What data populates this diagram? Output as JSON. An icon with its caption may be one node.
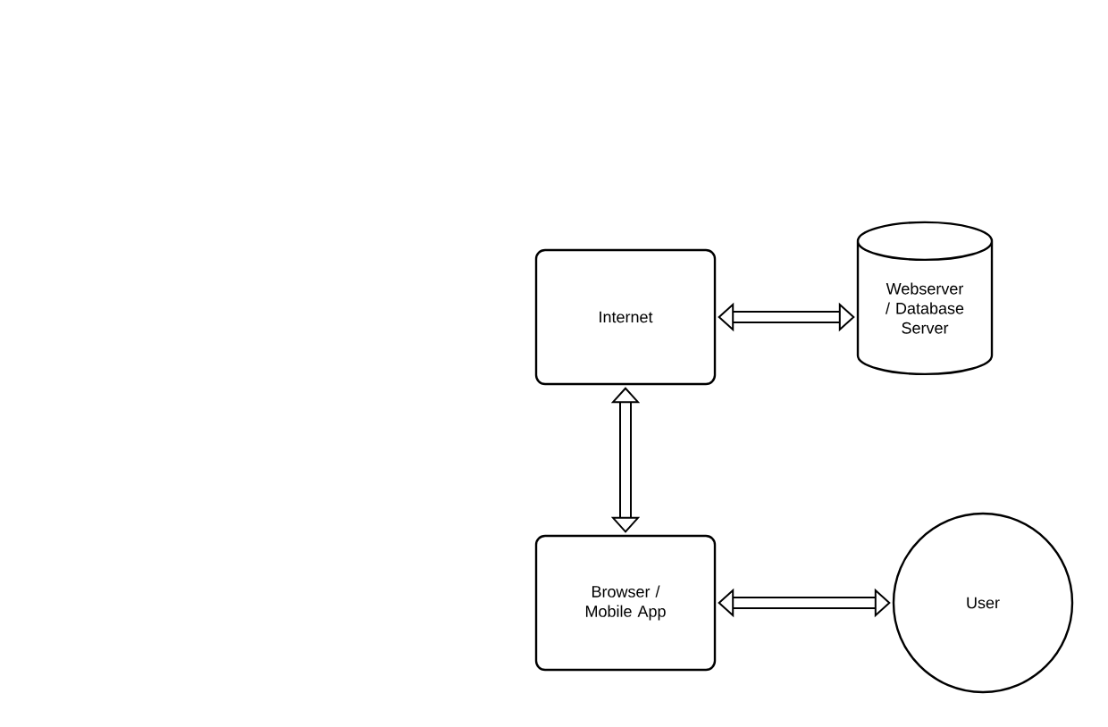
{
  "diagram": {
    "nodes": [
      {
        "text": [
          "Internet"
        ]
      },
      {
        "text": [
          "Webserver / Database Server"
        ]
      },
      {
        "text": [
          "Browser / Mobile App"
        ]
      },
      {
        "text": [
          "User"
        ]
      }
    ],
    "edges": [
      {
        "from": 0,
        "to": 1,
        "arrow": "both"
      },
      {
        "from": 0,
        "to": 2,
        "arrow": "both"
      },
      {
        "from": 2,
        "to": 3,
        "arrow": "both"
      }
    ]
  }
}
